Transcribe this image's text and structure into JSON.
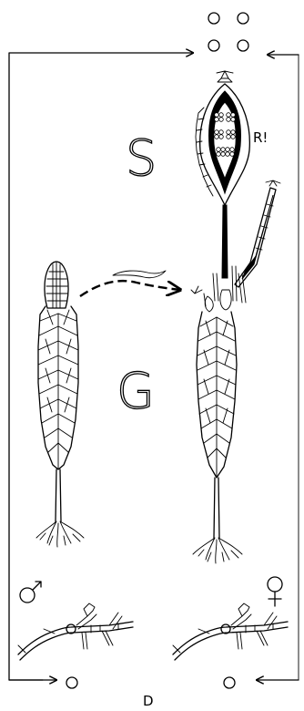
{
  "labels": {
    "sporophyte": "S",
    "gametophyte": "G",
    "meiosis_mark": "R!",
    "bottom_mark": "D"
  },
  "symbols": {
    "male": "♂",
    "female": "♀"
  },
  "icons": [
    "spore-tetrad-icon",
    "male-symbol-icon",
    "female-symbol-icon",
    "arrow-icon"
  ],
  "colors": {
    "ink": "#000000",
    "paper": "#ffffff"
  }
}
